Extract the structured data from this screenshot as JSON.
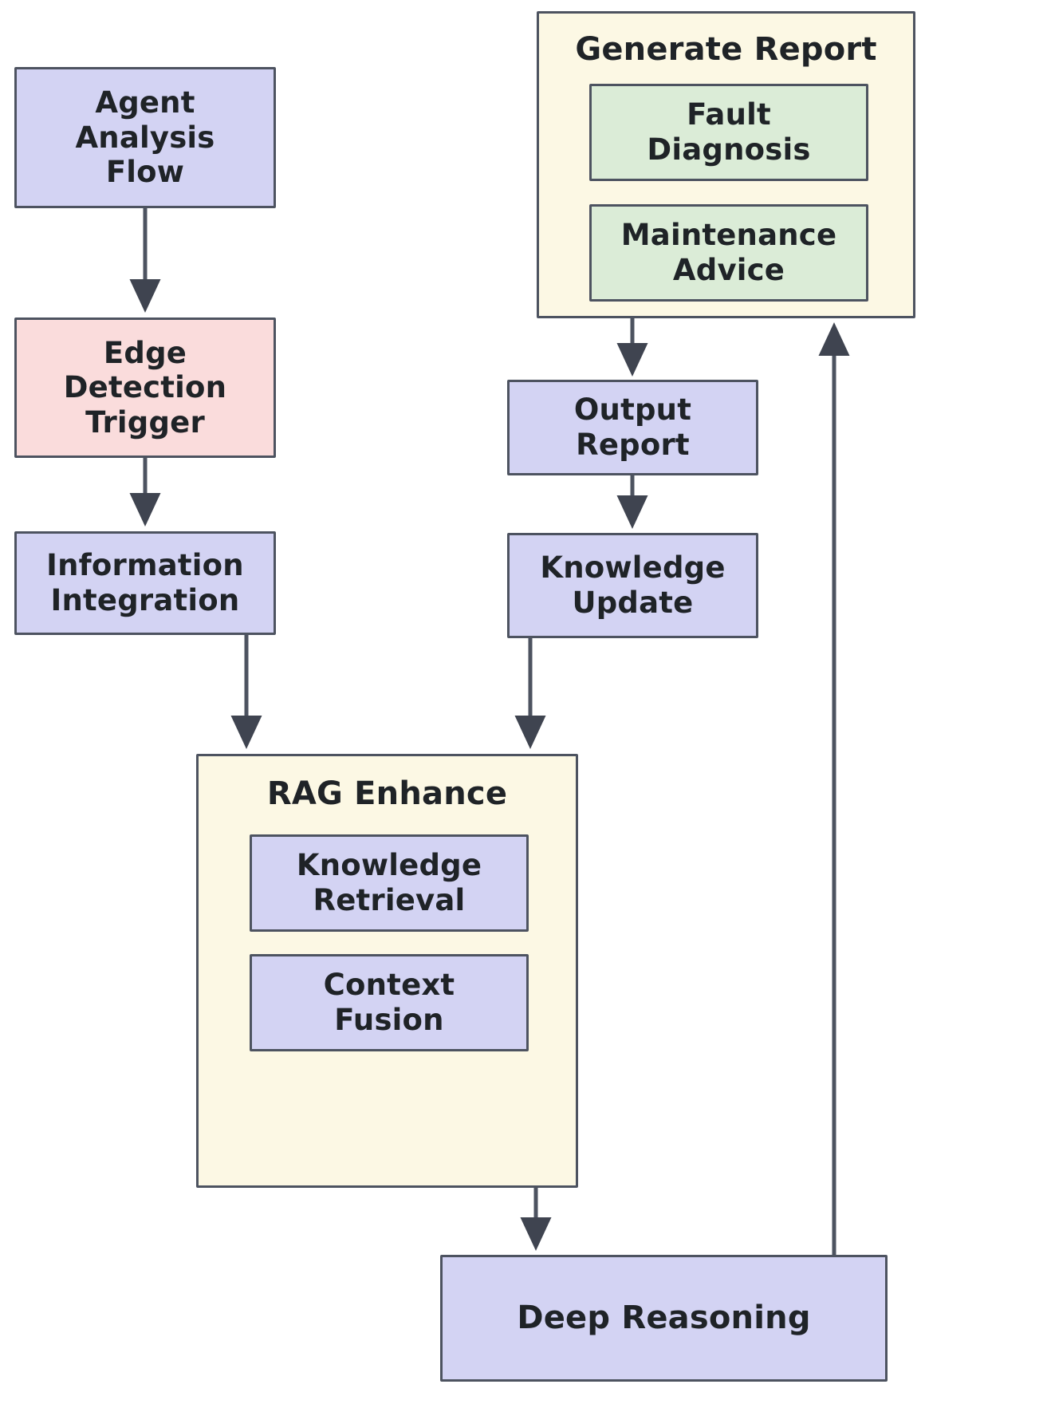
{
  "diagram": {
    "title": "Agent Analysis Flow",
    "type": "flowchart",
    "direction": "top-to-bottom",
    "colors": {
      "node_lavender": "#d3d3f3",
      "node_pink": "#fadcdc",
      "node_green": "#dbecd7",
      "subgraph_background": "#fcf8e4",
      "border": "#4d5360",
      "text": "#1f2327",
      "edge": "#4d5360",
      "canvas": "#ffffff"
    }
  },
  "nodes": {
    "agent_analysis_flow": {
      "label": "Agent\nAnalysis\nFlow",
      "style": "lavender"
    },
    "edge_detection_trigger": {
      "label": "Edge\nDetection\nTrigger",
      "style": "pink"
    },
    "information_integration": {
      "label": "Information\nIntegration",
      "style": "lavender"
    },
    "fault_diagnosis": {
      "label": "Fault\nDiagnosis",
      "style": "green"
    },
    "maintenance_advice": {
      "label": "Maintenance\nAdvice",
      "style": "green"
    },
    "output_report": {
      "label": "Output\nReport",
      "style": "lavender"
    },
    "knowledge_update": {
      "label": "Knowledge\nUpdate",
      "style": "lavender"
    },
    "knowledge_retrieval": {
      "label": "Knowledge\nRetrieval",
      "style": "lavender"
    },
    "context_fusion": {
      "label": "Context\nFusion",
      "style": "lavender"
    },
    "deep_reasoning": {
      "label": "Deep Reasoning",
      "style": "lavender"
    }
  },
  "subgraphs": {
    "generate_report": {
      "title": "Generate Report",
      "children": [
        "fault_diagnosis",
        "maintenance_advice"
      ]
    },
    "rag_enhance": {
      "title": "RAG Enhance",
      "children": [
        "knowledge_retrieval",
        "context_fusion"
      ]
    }
  },
  "edges": [
    {
      "from": "agent_analysis_flow",
      "to": "edge_detection_trigger",
      "label": ""
    },
    {
      "from": "edge_detection_trigger",
      "to": "information_integration",
      "label": ""
    },
    {
      "from": "information_integration",
      "to": "rag_enhance",
      "label": ""
    },
    {
      "from": "generate_report",
      "to": "output_report",
      "label": ""
    },
    {
      "from": "output_report",
      "to": "knowledge_update",
      "label": ""
    },
    {
      "from": "knowledge_update",
      "to": "rag_enhance",
      "label": ""
    },
    {
      "from": "rag_enhance",
      "to": "deep_reasoning",
      "label": ""
    },
    {
      "from": "deep_reasoning",
      "to": "generate_report",
      "label": ""
    }
  ]
}
